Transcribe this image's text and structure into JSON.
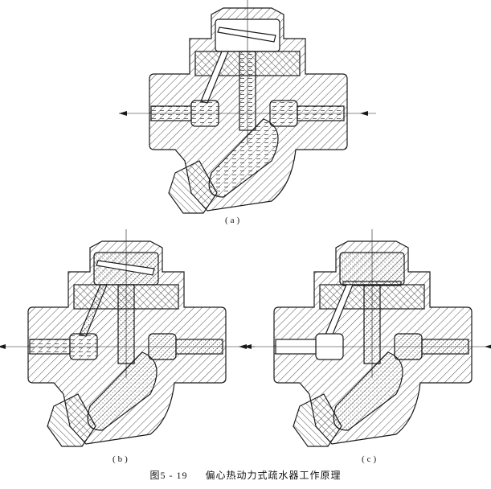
{
  "figure": {
    "caption_number": "图5 - 19",
    "caption_title": "偏心热动力式疏水器工作原理",
    "panels": [
      {
        "id": "a",
        "label": "(a)",
        "state": "condensate-discharge",
        "fill": "liquid"
      },
      {
        "id": "b",
        "label": "(b)",
        "state": "steam-entering",
        "fill": "steam"
      },
      {
        "id": "c",
        "label": "(c)",
        "state": "closed",
        "fill": "steam"
      }
    ],
    "flow_direction": "right-to-left"
  },
  "colors": {
    "line": "#1a1a1a",
    "background": "#ffffff"
  }
}
